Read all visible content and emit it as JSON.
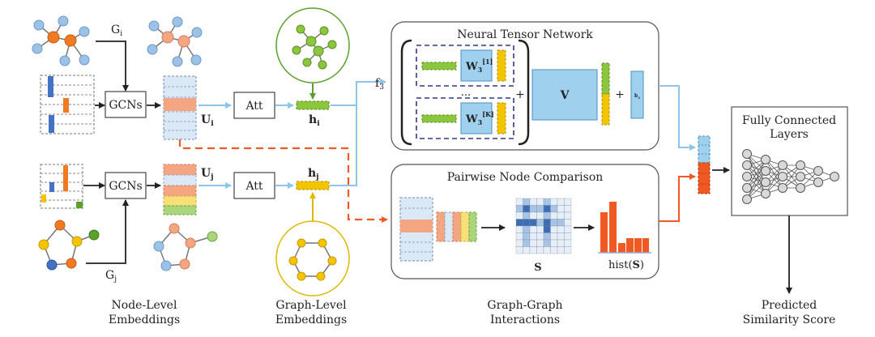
{
  "graphs": {
    "g_i": "G",
    "g_i_sub": "i",
    "g_j": "G",
    "g_j_sub": "j"
  },
  "blocks": {
    "gcn_top": "GCNs",
    "gcn_bottom": "GCNs",
    "att_top": "Att",
    "att_bottom": "Att"
  },
  "symbols": {
    "u_i": "U",
    "u_i_sub": "i",
    "u_j": "U",
    "u_j_sub": "j",
    "h_i": "h",
    "h_i_sub": "i",
    "h_j": "h",
    "h_j_sub": "j",
    "f3": "f",
    "f3_sub": "3",
    "w_top": "W",
    "w_top_sub": "3",
    "w_top_sup": "[1]",
    "w_bottom": "W",
    "w_bottom_sub": "3",
    "w_bottom_sup": "[K]",
    "v": "V",
    "b": "b",
    "b_sub": "3",
    "plus1": "+",
    "plus2": "+",
    "dots": "...",
    "s": "S",
    "hist_prefix": "hist(",
    "hist_s": "S",
    "hist_suffix": ")"
  },
  "panels": {
    "ntn_title": "Neural Tensor Network",
    "pnc_title": "Pairwise Node Comparison",
    "fc_title_1": "Fully Connected",
    "fc_title_2": "Layers"
  },
  "captions": {
    "node_1": "Node-Level",
    "node_2": "Embeddings",
    "graph_1": "Graph-Level",
    "graph_2": "Embeddings",
    "gg_1": "Graph-Graph",
    "gg_2": "Interactions",
    "pred_1": "Predicted",
    "pred_2": "Similarity Score"
  },
  "colors": {
    "node_blue": "#9cc3e6",
    "node_orange": "#f07a22",
    "node_salmon": "#f4a582",
    "node_green": "#8cc63f",
    "node_yellow": "#f5c400",
    "node_darkblue": "#4472c4",
    "emb_orange": "#f4a582",
    "emb_light": "#dbe8f5",
    "att_green": "#8cc63f",
    "att_yellow": "#f5c400",
    "arrow_blue": "#8ec5e8",
    "arrow_orange": "#f05a22",
    "dash_navy": "#2e3a87",
    "hist_orange": "#f05a22",
    "heat_dark": "#3d6eb5",
    "heat_mid": "#a8c4e5"
  }
}
